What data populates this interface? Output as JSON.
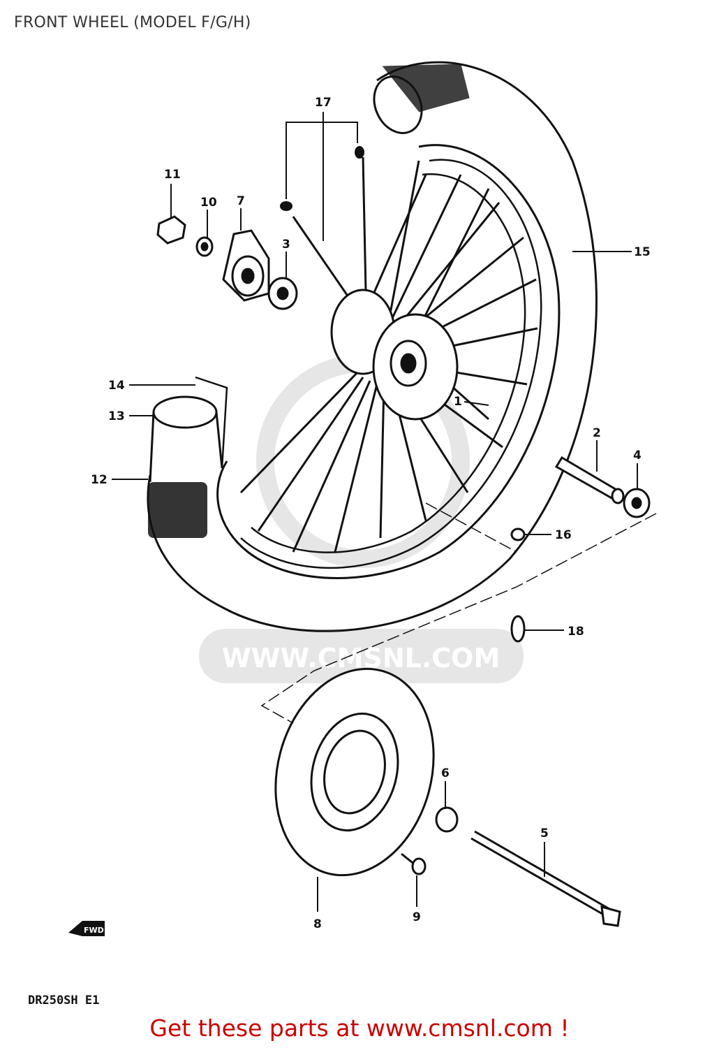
{
  "header": {
    "title": "FRONT WHEEL (MODEL F/G/H)"
  },
  "diagram": {
    "watermark": "WWW.CMSNL.COM",
    "callouts": [
      {
        "id": "p1",
        "label": "1"
      },
      {
        "id": "p2",
        "label": "2"
      },
      {
        "id": "p3",
        "label": "3"
      },
      {
        "id": "p4",
        "label": "4"
      },
      {
        "id": "p5",
        "label": "5"
      },
      {
        "id": "p6",
        "label": "6"
      },
      {
        "id": "p7",
        "label": "7"
      },
      {
        "id": "p8",
        "label": "8"
      },
      {
        "id": "p9",
        "label": "9"
      },
      {
        "id": "p10",
        "label": "10"
      },
      {
        "id": "p11",
        "label": "11"
      },
      {
        "id": "p12",
        "label": "12"
      },
      {
        "id": "p13",
        "label": "13"
      },
      {
        "id": "p14",
        "label": "14"
      },
      {
        "id": "p15",
        "label": "15"
      },
      {
        "id": "p16",
        "label": "16"
      },
      {
        "id": "p17",
        "label": "17"
      },
      {
        "id": "p18",
        "label": "18"
      }
    ],
    "front_marker": "FWD",
    "model_code": "DR250SH E1"
  },
  "footer": {
    "link_text": "Get these parts at www.cmsnl.com !"
  },
  "colors": {
    "link": "#cc0000",
    "ink": "#111111",
    "watermark": "#e6e6e6"
  }
}
